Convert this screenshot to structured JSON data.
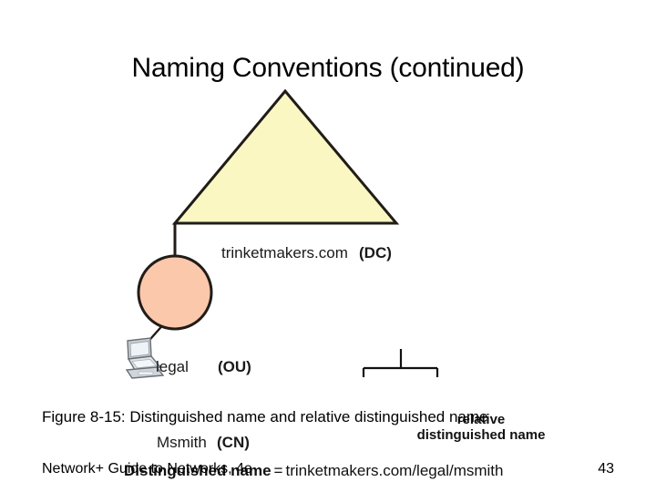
{
  "slide": {
    "title": "Naming Conventions (continued)",
    "caption": "Figure 8-15: Distinguished name and relative distinguished name"
  },
  "diagram": {
    "domain": {
      "shape": "triangle",
      "label": "trinketmakers.com",
      "tag": "(DC)",
      "fill": "#FAF7C2",
      "stroke": "#211c18"
    },
    "org_unit": {
      "shape": "circle",
      "label": "legal",
      "tag": "(OU)",
      "fill": "#FBC8AC",
      "stroke": "#211c18"
    },
    "common_name": {
      "shape": "computer-icon",
      "label": "Msmith",
      "tag": "(CN)"
    },
    "rdn_callout": {
      "line1": "relative",
      "line2": "distinguished name",
      "brackets": "msmith"
    },
    "distinguished_name": {
      "label": "Distinguished name",
      "equals": "=",
      "value": "trinketmakers.com/legal/msmith"
    }
  },
  "footer": {
    "source": "Network+ Guide to Networks, 4e",
    "page": "43"
  }
}
